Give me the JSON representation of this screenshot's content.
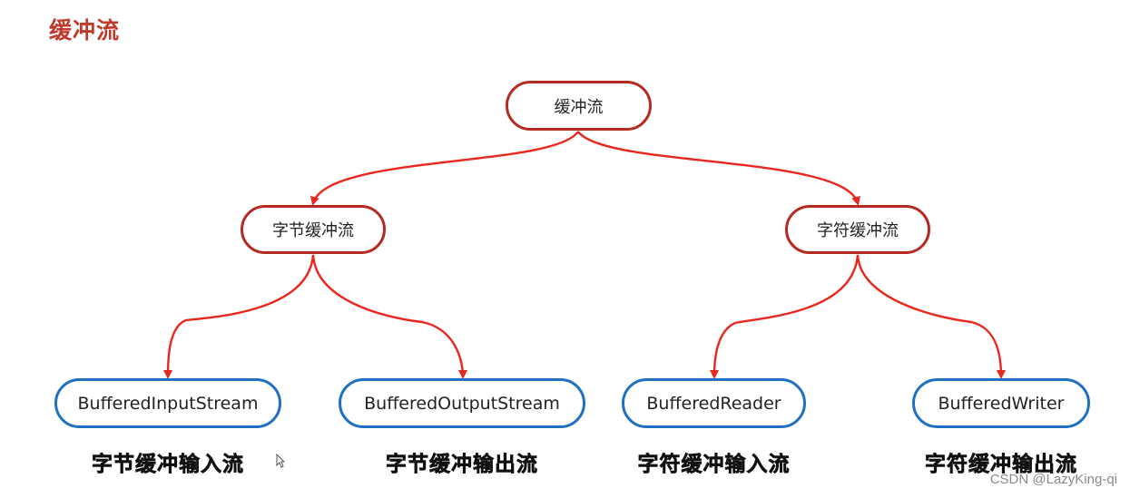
{
  "page": {
    "title": "缓冲流"
  },
  "diagram": {
    "root": {
      "label": "缓冲流"
    },
    "branches": [
      {
        "label": "字节缓冲流",
        "children": [
          {
            "label": "BufferedInputStream",
            "caption": "字节缓冲输入流"
          },
          {
            "label": "BufferedOutputStream",
            "caption": "字节缓冲输出流"
          }
        ]
      },
      {
        "label": "字符缓冲流",
        "children": [
          {
            "label": "BufferedReader",
            "caption": "字符缓冲输入流"
          },
          {
            "label": "BufferedWriter",
            "caption": "字符缓冲输出流"
          }
        ]
      }
    ],
    "colors": {
      "title": "#c0392b",
      "top_nodes_border": "#b52a22",
      "leaf_nodes_border": "#1f6fc3",
      "arrows": "#e8281e"
    }
  },
  "watermark": {
    "text": "CSDN @LazyKing-qi"
  }
}
